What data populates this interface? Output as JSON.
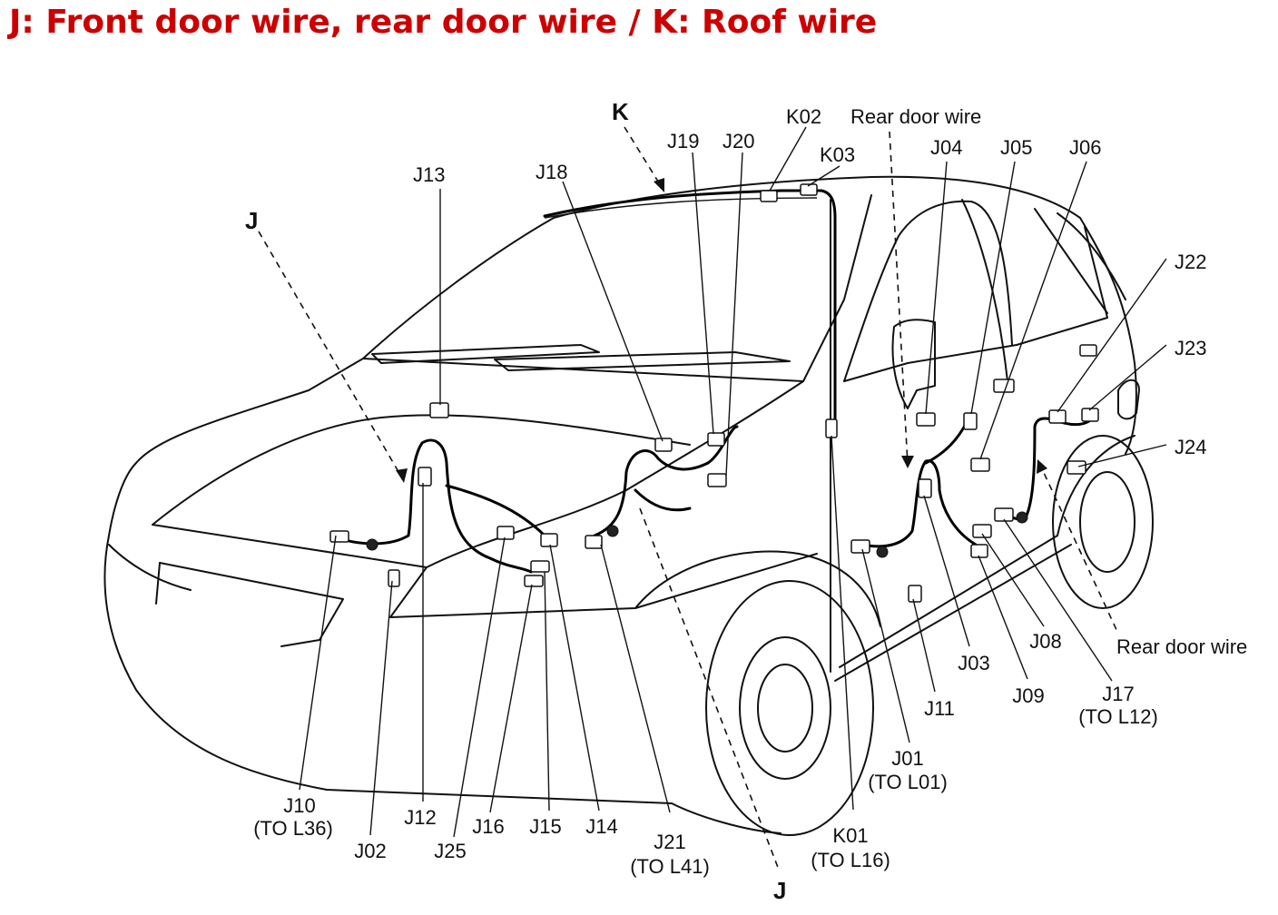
{
  "title": "J: Front door wire, rear door wire / K: Roof wire",
  "harness_labels": {
    "j_top": "J",
    "j_bottom": "J",
    "k": "K"
  },
  "notes": {
    "rear_door_wire_top": "Rear door wire",
    "rear_door_wire_right": "Rear door wire"
  },
  "connectors": {
    "K02": "K02",
    "K03": "K03",
    "J19": "J19",
    "J20": "J20",
    "J18": "J18",
    "J13": "J13",
    "J04": "J04",
    "J05": "J05",
    "J06": "J06",
    "J22": "J22",
    "J23": "J23",
    "J24": "J24",
    "J10": "J10",
    "J10_sub": "(TO L36)",
    "J02": "J02",
    "J12": "J12",
    "J25": "J25",
    "J16": "J16",
    "J15": "J15",
    "J14": "J14",
    "J21": "J21",
    "J21_sub": "(TO L41)",
    "K01": "K01",
    "K01_sub": "(TO L16)",
    "J01": "J01",
    "J01_sub": "(TO L01)",
    "J11": "J11",
    "J03": "J03",
    "J09": "J09",
    "J08": "J08",
    "J17": "J17",
    "J17_sub": "(TO L12)"
  }
}
